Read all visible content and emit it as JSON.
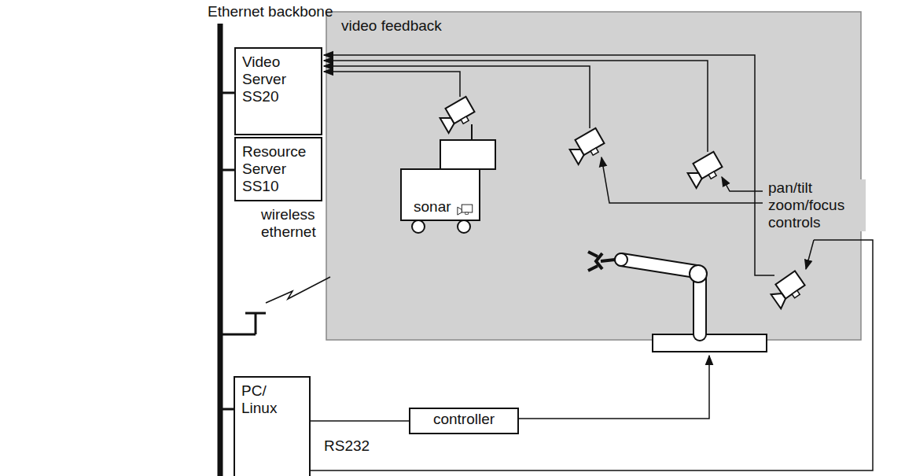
{
  "diagram": {
    "nodes": [
      {
        "text": [
          "Video Server SS20"
        ]
      },
      {
        "text": [
          "Resource Server SS10"
        ]
      },
      {
        "text": [
          "PC/ Linux"
        ]
      },
      {
        "text": [
          "controller"
        ]
      }
    ],
    "edges": [
      {
        "from": 2,
        "to": 3,
        "arrow": "none"
      }
    ],
    "labels": [
      "Ethernet backbone",
      "video feedback",
      "wireless ethernet",
      "sonar",
      "pan/tilt zoom/focus controls",
      "RS232"
    ]
  }
}
